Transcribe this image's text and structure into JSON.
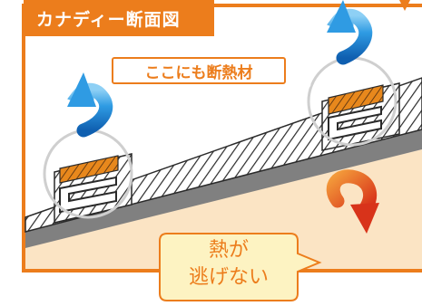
{
  "title": "カナディー断面図",
  "insulation_label": "ここにも断熱材",
  "speech": {
    "line1": "熱が",
    "line2": "逃げない"
  },
  "colors": {
    "accent_orange": "#ec7d1c",
    "frame_orange": "#ec7d1c",
    "interior_fill": "#fbe4c4",
    "roof_gray": "#808080",
    "hatch": "#2a2a2a",
    "insulation_orange": "#e8881c",
    "cold_arrow_blue": "#1e8bd6",
    "warm_arrow_red": "#d8331a",
    "speech_fill": "#fdf3c2"
  },
  "icons": {
    "cold_air": "curved-up-arrow-icon",
    "warm_air": "curved-down-arrow-icon",
    "zoom": "magnifier-circle-icon"
  }
}
